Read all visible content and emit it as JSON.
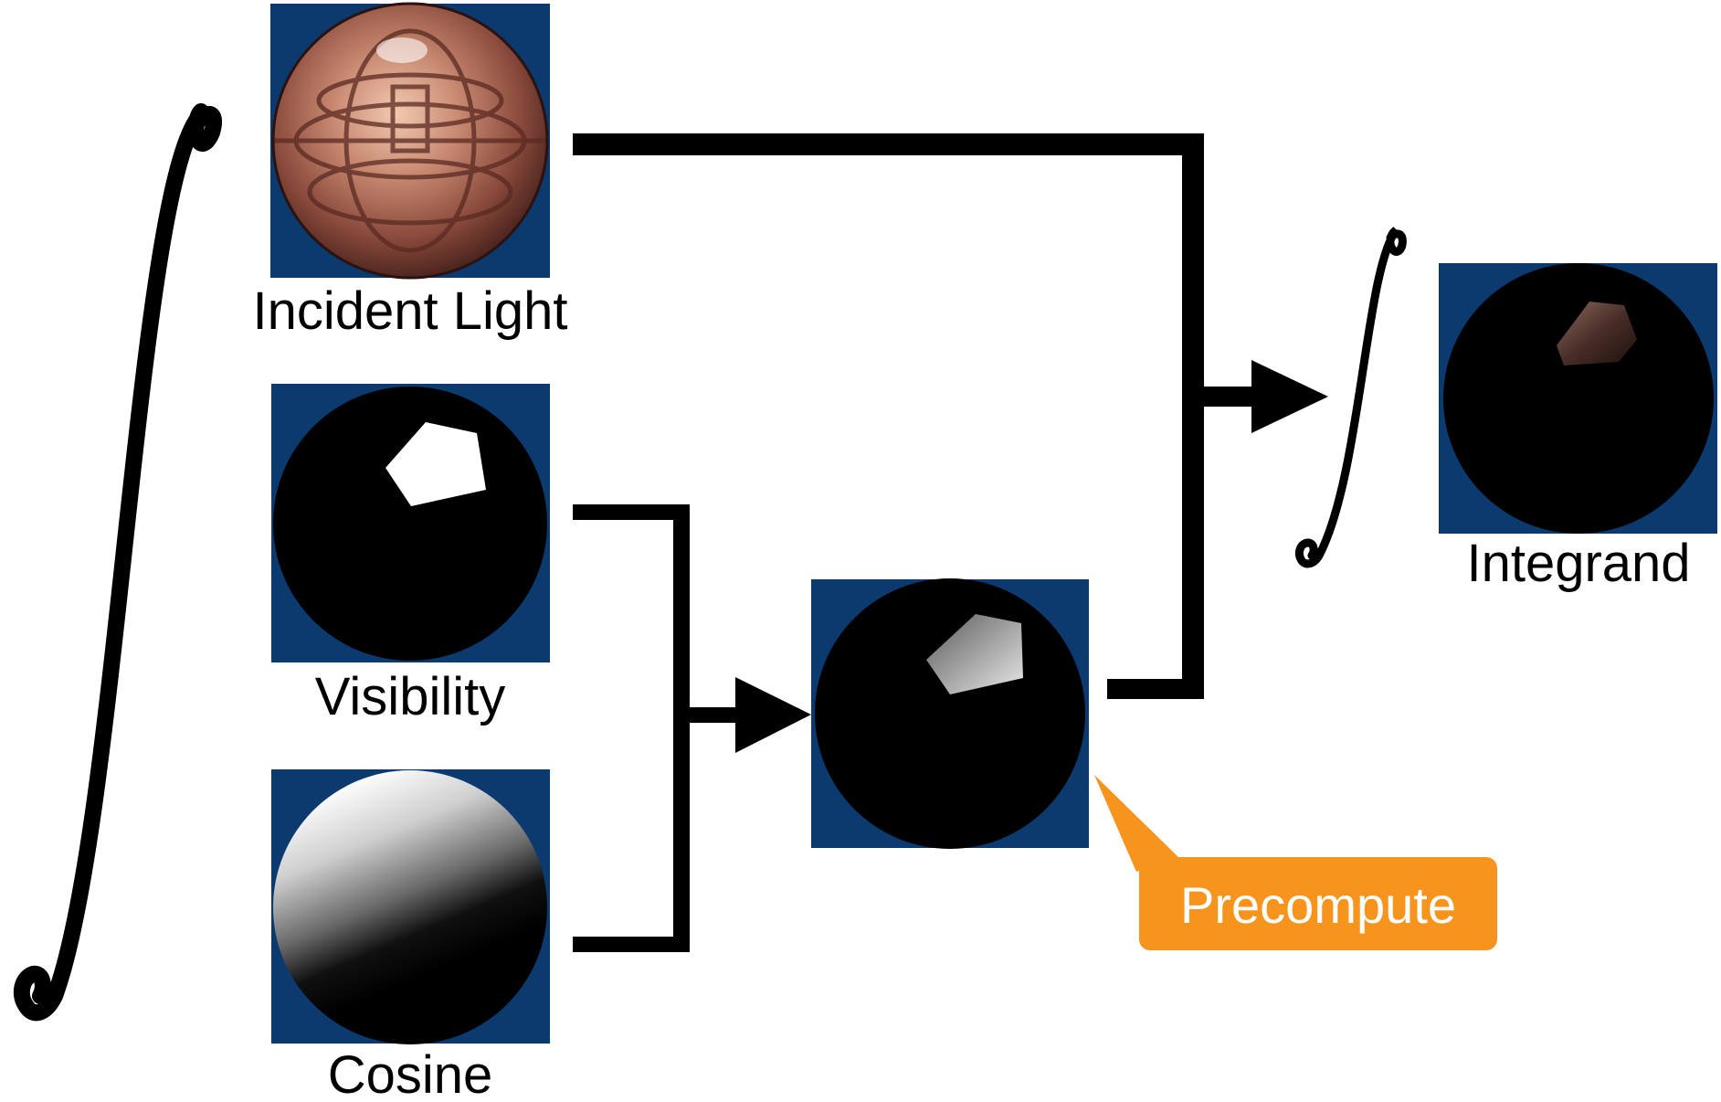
{
  "labels": {
    "incident_light": "Incident Light",
    "visibility": "Visibility",
    "cosine": "Cosine",
    "integrand": "Integrand",
    "precompute": "Precompute"
  },
  "colors": {
    "panel_background": "#0b3a6e",
    "sphere_black": "#000000",
    "callout": "#f7941d",
    "connector": "#000000"
  }
}
